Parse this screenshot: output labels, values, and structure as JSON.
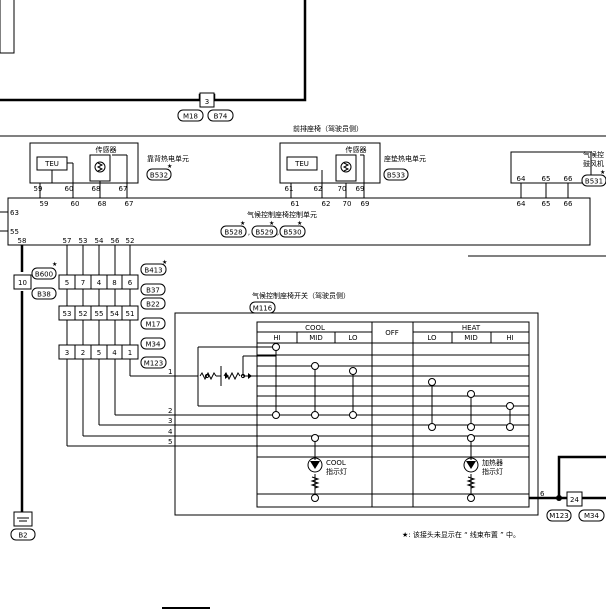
{
  "top": {
    "connector_pin": "3",
    "connector_ids": [
      "M18",
      "B74"
    ]
  },
  "section_title": "前排座椅（驾驶员侧）",
  "back_heater": {
    "teu_label": "TEU",
    "sensor_label": "传感器",
    "unit_label": "靠背热电单元",
    "connector": "B532",
    "pins": [
      "59",
      "60",
      "68",
      "67"
    ]
  },
  "cushion_heater": {
    "teu_label": "TEU",
    "sensor_label": "传感器",
    "unit_label": "座垫热电单元",
    "connector": "B533",
    "pins": [
      "61",
      "62",
      "70",
      "69"
    ]
  },
  "right_unit": {
    "label_line1": "气候控",
    "label_line2": "鼓风机",
    "connector": "B531",
    "pins": [
      "64",
      "65",
      "66"
    ]
  },
  "control_unit": {
    "title": "气候控制座椅控制单元",
    "connectors": [
      "B528",
      "B529",
      "B530"
    ],
    "top_pins": [
      "59",
      "60",
      "68",
      "67",
      "61",
      "62",
      "70",
      "69",
      "64",
      "65",
      "66"
    ],
    "side_pins": [
      "63",
      "55"
    ],
    "bottom_pins": [
      "58",
      "57",
      "53",
      "54",
      "56",
      "52"
    ]
  },
  "harness": {
    "left_pin": "10",
    "left_connectors": [
      "B600",
      "B38"
    ],
    "row1_pins": [
      "5",
      "7",
      "4",
      "8",
      "6"
    ],
    "row1_connectors": [
      "B413",
      "B37",
      "B22"
    ],
    "row2_pins": [
      "53",
      "52",
      "55",
      "54",
      "51"
    ],
    "row2_connector": "M17",
    "row3_pins": [
      "3",
      "2",
      "5",
      "4",
      "1"
    ],
    "row3_connectors": [
      "M34",
      "M123"
    ]
  },
  "switch": {
    "title": "气候控制座椅开关（驾驶员侧）",
    "connector": "M116",
    "cool_label": "COOL",
    "off_label": "OFF",
    "heat_label": "HEAT",
    "cool_modes": [
      "HI",
      "MID",
      "LO"
    ],
    "heat_modes": [
      "LO",
      "MID",
      "HI"
    ],
    "terminals": [
      "1",
      "2",
      "3",
      "4",
      "5"
    ],
    "cool_lamp_line1": "COOL",
    "cool_lamp_line2": "指示灯",
    "heat_lamp_line1": "加热器",
    "heat_lamp_line2": "指示灯",
    "out_pin": "6"
  },
  "right_connector": {
    "pin": "24",
    "ids": [
      "M123",
      "M34"
    ]
  },
  "ground_connector": "B2",
  "footnote": "★: 该接头未显示在 “ 线束布置 ” 中。",
  "colors": {
    "line": "#000000",
    "background": "#ffffff"
  }
}
